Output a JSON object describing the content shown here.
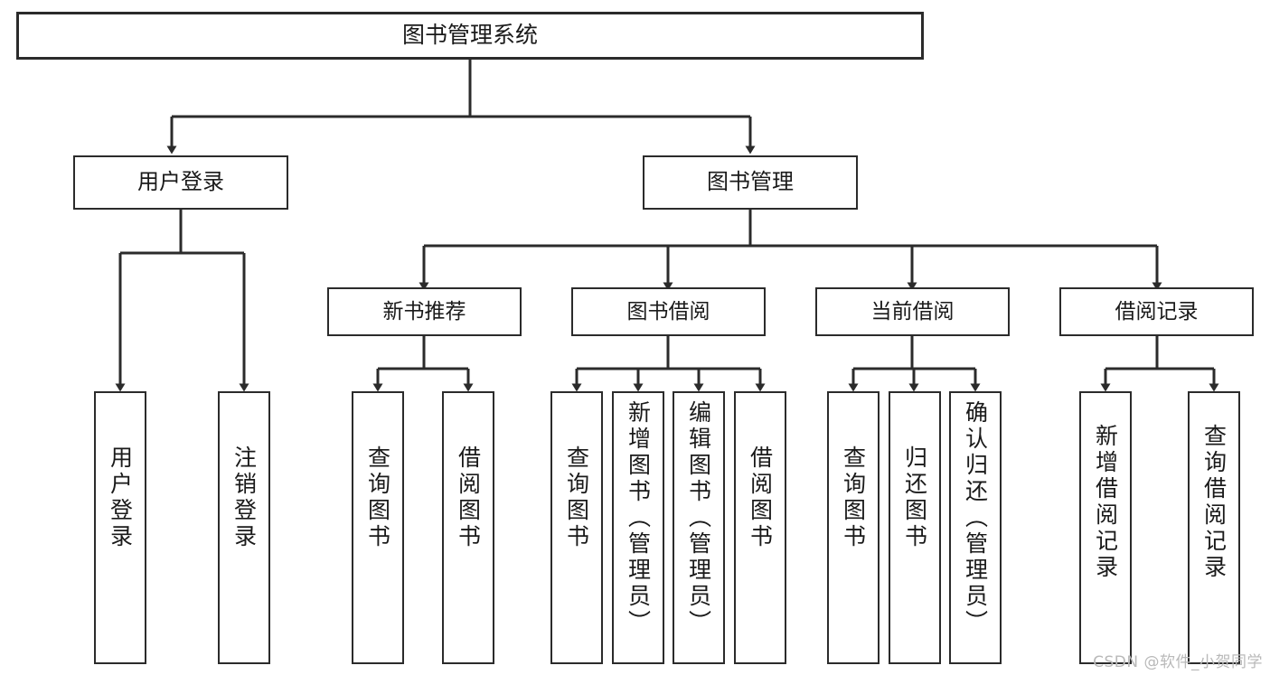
{
  "diagram": {
    "type": "tree",
    "title": "图书管理系统",
    "watermark": "CSDN @软件_小贺同学",
    "colors": {
      "background": "#ffffff",
      "stroke": "#2b2b2b",
      "text": "#1a1a1a",
      "watermark": "#b9b9b9"
    },
    "nodes": {
      "root": {
        "label": "图书管理系统"
      },
      "level1": [
        {
          "label": "用户登录"
        },
        {
          "label": "图书管理"
        }
      ],
      "level2": [
        {
          "label": "新书推荐"
        },
        {
          "label": "图书借阅"
        },
        {
          "label": "当前借阅"
        },
        {
          "label": "借阅记录"
        }
      ],
      "leaves": {
        "user_login": [
          {
            "label": "用户登录"
          },
          {
            "label": "注销登录"
          }
        ],
        "new_book_recommend": [
          {
            "label": "查询图书"
          },
          {
            "label": "借阅图书"
          }
        ],
        "book_borrow": [
          {
            "label": "查询图书"
          },
          {
            "label": "新增图书（管理员）"
          },
          {
            "label": "编辑图书（管理员）"
          },
          {
            "label": "借阅图书"
          }
        ],
        "current_borrow": [
          {
            "label": "查询图书"
          },
          {
            "label": "归还图书"
          },
          {
            "label": "确认归还（管理员）"
          }
        ],
        "borrow_record": [
          {
            "label": "新增借阅记录"
          },
          {
            "label": "查询借阅记录"
          }
        ]
      }
    }
  }
}
